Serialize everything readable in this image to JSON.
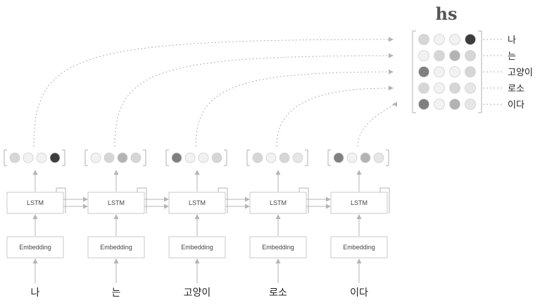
{
  "title": "hs",
  "steps": [
    {
      "word": "나",
      "lstm_label": "LSTM",
      "embedding_label": "Embedding",
      "vector": [
        "#d6d6d6",
        "#f2f2f2",
        "#f2f2f2",
        "#3d3d3d"
      ]
    },
    {
      "word": "는",
      "lstm_label": "LSTM",
      "embedding_label": "Embedding",
      "vector": [
        "#f2f2f2",
        "#d6d6d6",
        "#b3b3b3",
        "#d6d6d6"
      ]
    },
    {
      "word": "고양이",
      "lstm_label": "LSTM",
      "embedding_label": "Embedding",
      "vector": [
        "#7f7f7f",
        "#f2f2f2",
        "#f2f2f2",
        "#d6d6d6"
      ]
    },
    {
      "word": "로소",
      "lstm_label": "LSTM",
      "embedding_label": "Embedding",
      "vector": [
        "#d6d6d6",
        "#f2f2f2",
        "#d6d6d6",
        "#e6e6e6"
      ]
    },
    {
      "word": "이다",
      "lstm_label": "LSTM",
      "embedding_label": "Embedding",
      "vector": [
        "#7f7f7f",
        "#f2f2f2",
        "#b3b3b3",
        "#e6e6e6"
      ]
    }
  ],
  "matrix_labels": [
    "나",
    "는",
    "고양이",
    "로소",
    "이다"
  ]
}
